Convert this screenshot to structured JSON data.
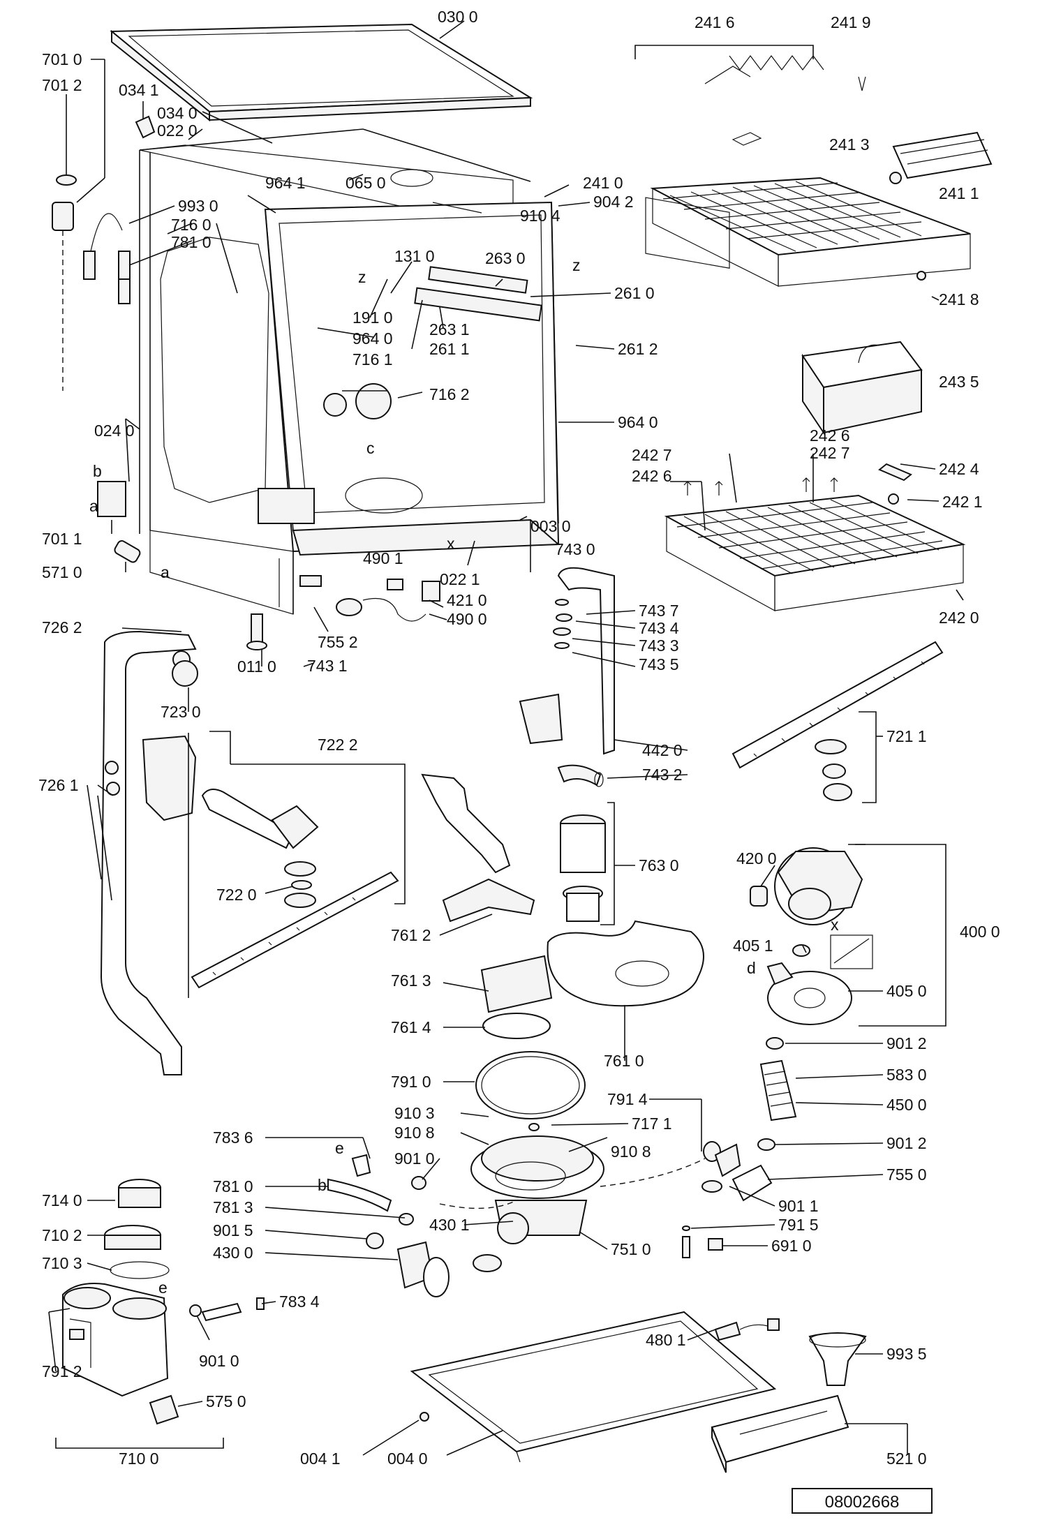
{
  "diagram": {
    "doc_number": "08002668",
    "labels": [
      {
        "id": "l0300",
        "text": "030 0"
      },
      {
        "id": "l7010",
        "text": "701 0"
      },
      {
        "id": "l7012",
        "text": "701 2"
      },
      {
        "id": "l0341",
        "text": "034 1"
      },
      {
        "id": "l0340",
        "text": "034 0"
      },
      {
        "id": "l0220",
        "text": "022 0"
      },
      {
        "id": "l2416",
        "text": "241 6"
      },
      {
        "id": "l2419",
        "text": "241 9"
      },
      {
        "id": "l2413",
        "text": "241 3"
      },
      {
        "id": "l2410",
        "text": "241 0"
      },
      {
        "id": "l2411",
        "text": "241 1"
      },
      {
        "id": "l9641a",
        "text": "964 1"
      },
      {
        "id": "l0650",
        "text": "065 0"
      },
      {
        "id": "l9930",
        "text": "993 0"
      },
      {
        "id": "l7160",
        "text": "716 0"
      },
      {
        "id": "l7810a",
        "text": "781 0"
      },
      {
        "id": "l9042",
        "text": "904 2"
      },
      {
        "id": "l9104",
        "text": "910 4"
      },
      {
        "id": "l1310",
        "text": "131 0"
      },
      {
        "id": "l2630",
        "text": "263 0"
      },
      {
        "id": "l2610",
        "text": "261 0"
      },
      {
        "id": "l2418",
        "text": "241 8"
      },
      {
        "id": "l2631",
        "text": "263 1"
      },
      {
        "id": "l1910",
        "text": "191 0"
      },
      {
        "id": "l9640a",
        "text": "964 0"
      },
      {
        "id": "l2611",
        "text": "261 1"
      },
      {
        "id": "l2612",
        "text": "261 2"
      },
      {
        "id": "l7161",
        "text": "716 1"
      },
      {
        "id": "l7162",
        "text": "716 2"
      },
      {
        "id": "l2435",
        "text": "243 5"
      },
      {
        "id": "l9640b",
        "text": "964 0"
      },
      {
        "id": "l0240",
        "text": "024 0"
      },
      {
        "id": "l2426a",
        "text": "242 6"
      },
      {
        "id": "l2427a",
        "text": "242 7"
      },
      {
        "id": "l2427b",
        "text": "242 7"
      },
      {
        "id": "l2426b",
        "text": "242 6"
      },
      {
        "id": "l2424",
        "text": "242 4"
      },
      {
        "id": "l2421",
        "text": "242 1"
      },
      {
        "id": "l0030",
        "text": "003 0"
      },
      {
        "id": "l7011",
        "text": "701 1"
      },
      {
        "id": "l7430",
        "text": "743 0"
      },
      {
        "id": "l5710",
        "text": "571 0"
      },
      {
        "id": "l4901",
        "text": "490 1"
      },
      {
        "id": "l0221",
        "text": "022 1"
      },
      {
        "id": "l4210",
        "text": "421 0"
      },
      {
        "id": "l4900",
        "text": "490 0"
      },
      {
        "id": "l7437",
        "text": "743 7"
      },
      {
        "id": "l2420",
        "text": "242 0"
      },
      {
        "id": "l7262",
        "text": "726 2"
      },
      {
        "id": "l7434",
        "text": "743 4"
      },
      {
        "id": "l7552",
        "text": "755 2"
      },
      {
        "id": "l7433",
        "text": "743 3"
      },
      {
        "id": "l0110",
        "text": "011 0"
      },
      {
        "id": "l7431",
        "text": "743 1"
      },
      {
        "id": "l7435",
        "text": "743 5"
      },
      {
        "id": "l7230",
        "text": "723 0"
      },
      {
        "id": "l7211",
        "text": "721 1"
      },
      {
        "id": "l7222",
        "text": "722 2"
      },
      {
        "id": "l4420",
        "text": "442 0"
      },
      {
        "id": "l7432",
        "text": "743 2"
      },
      {
        "id": "l7261",
        "text": "726 1"
      },
      {
        "id": "l7630",
        "text": "763 0"
      },
      {
        "id": "l4200",
        "text": "420 0"
      },
      {
        "id": "l7220",
        "text": "722 0"
      },
      {
        "id": "l4000",
        "text": "400 0"
      },
      {
        "id": "l7612",
        "text": "761 2"
      },
      {
        "id": "l4051",
        "text": "405 1"
      },
      {
        "id": "l7613",
        "text": "761 3"
      },
      {
        "id": "l4050",
        "text": "405 0"
      },
      {
        "id": "l7614",
        "text": "761 4"
      },
      {
        "id": "l7610",
        "text": "761 0"
      },
      {
        "id": "l9012a",
        "text": "901 2"
      },
      {
        "id": "l7910",
        "text": "791 0"
      },
      {
        "id": "l5830",
        "text": "583 0"
      },
      {
        "id": "l7914",
        "text": "791 4"
      },
      {
        "id": "l4500",
        "text": "450 0"
      },
      {
        "id": "l9103",
        "text": "910 3"
      },
      {
        "id": "l7171",
        "text": "717 1"
      },
      {
        "id": "l7836",
        "text": "783 6"
      },
      {
        "id": "l9108a",
        "text": "910 8"
      },
      {
        "id": "l9012b",
        "text": "901 2"
      },
      {
        "id": "l9108b",
        "text": "910 8"
      },
      {
        "id": "l9010a",
        "text": "901 0"
      },
      {
        "id": "l7550",
        "text": "755 0"
      },
      {
        "id": "l7810b",
        "text": "781 0"
      },
      {
        "id": "l9011",
        "text": "901 1"
      },
      {
        "id": "l7140",
        "text": "714 0"
      },
      {
        "id": "l7813",
        "text": "781 3"
      },
      {
        "id": "l4301",
        "text": "430 1"
      },
      {
        "id": "l7915",
        "text": "791 5"
      },
      {
        "id": "l7102",
        "text": "710 2"
      },
      {
        "id": "l9015",
        "text": "901 5"
      },
      {
        "id": "l7510",
        "text": "751 0"
      },
      {
        "id": "l4300",
        "text": "430 0"
      },
      {
        "id": "l6910",
        "text": "691 0"
      },
      {
        "id": "l7103",
        "text": "710 3"
      },
      {
        "id": "l7834",
        "text": "783 4"
      },
      {
        "id": "l4801",
        "text": "480 1"
      },
      {
        "id": "l9935",
        "text": "993 5"
      },
      {
        "id": "l9010b",
        "text": "901 0"
      },
      {
        "id": "l7912",
        "text": "791 2"
      },
      {
        "id": "l5750",
        "text": "575 0"
      },
      {
        "id": "l0041",
        "text": "004 1"
      },
      {
        "id": "l0040",
        "text": "004 0"
      },
      {
        "id": "l7100",
        "text": "710 0"
      },
      {
        "id": "l5210",
        "text": "521 0"
      }
    ],
    "markers": [
      {
        "id": "mz1",
        "text": "z"
      },
      {
        "id": "mz2",
        "text": "z"
      },
      {
        "id": "mc",
        "text": "c"
      },
      {
        "id": "mx1",
        "text": "x"
      },
      {
        "id": "mb1",
        "text": "b"
      },
      {
        "id": "ma1",
        "text": "a"
      },
      {
        "id": "ma2",
        "text": "a"
      },
      {
        "id": "mx2",
        "text": "x"
      },
      {
        "id": "md",
        "text": "d"
      },
      {
        "id": "me1",
        "text": "e"
      },
      {
        "id": "mb2",
        "text": "b"
      },
      {
        "id": "me2",
        "text": "e"
      }
    ]
  }
}
